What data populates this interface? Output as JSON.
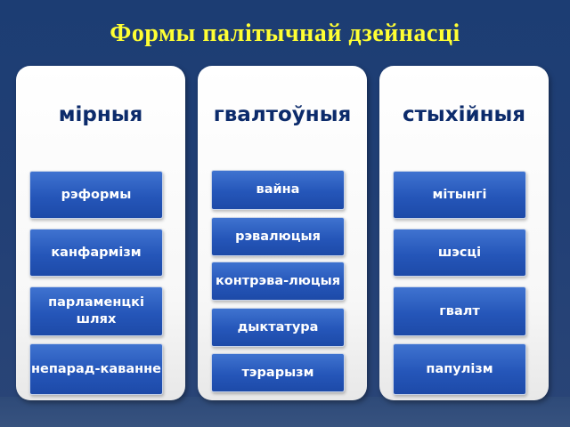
{
  "title": "Формы палітычнай дзейнасці",
  "columns": [
    {
      "heading": "мірныя",
      "items": [
        "рэформы",
        "канфармізм",
        "парламенцкі шлях",
        "непарад-каванне"
      ]
    },
    {
      "heading": "гвалтоўныя",
      "items": [
        "вайна",
        "рэвалюцыя",
        "контрэва-люцыя",
        "дыктатура",
        "тэрарызм"
      ]
    },
    {
      "heading": "стыхійныя",
      "items": [
        "мітынгі",
        "шэсці",
        "гвалт",
        "папулізм"
      ]
    }
  ],
  "colors": {
    "background": "#1c3d73",
    "title": "#ffff33",
    "heading": "#0c2b6b",
    "box": "#2556b9",
    "box_text": "#ffffff"
  }
}
